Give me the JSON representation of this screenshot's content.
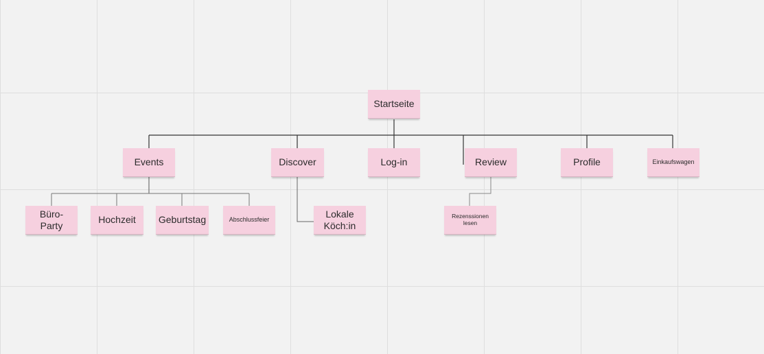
{
  "diagram": {
    "root": {
      "label": "Startseite"
    },
    "level1": [
      {
        "id": "events",
        "label": "Events"
      },
      {
        "id": "discover",
        "label": "Discover"
      },
      {
        "id": "login",
        "label": "Log-in"
      },
      {
        "id": "review",
        "label": "Review"
      },
      {
        "id": "profile",
        "label": "Profile"
      },
      {
        "id": "cart",
        "label": "Einkaufswagen"
      }
    ],
    "events_children": [
      {
        "id": "buero-party",
        "label": "Büro-\nParty"
      },
      {
        "id": "hochzeit",
        "label": "Hochzeit"
      },
      {
        "id": "geburtstag",
        "label": "Geburtstag"
      },
      {
        "id": "abschlussfeier",
        "label": "Abschlussfeier"
      }
    ],
    "discover_children": [
      {
        "id": "lokale-koechin",
        "label": "Lokale\nKöch:in"
      }
    ],
    "review_children": [
      {
        "id": "rezensionen-lesen",
        "label": "Rezenssionen\nlesen"
      }
    ],
    "colors": {
      "note": "#f6d0df",
      "line": "#333333",
      "child_line": "#7a7a7a",
      "background": "#f2f2f2",
      "grid": "#dedede"
    }
  }
}
